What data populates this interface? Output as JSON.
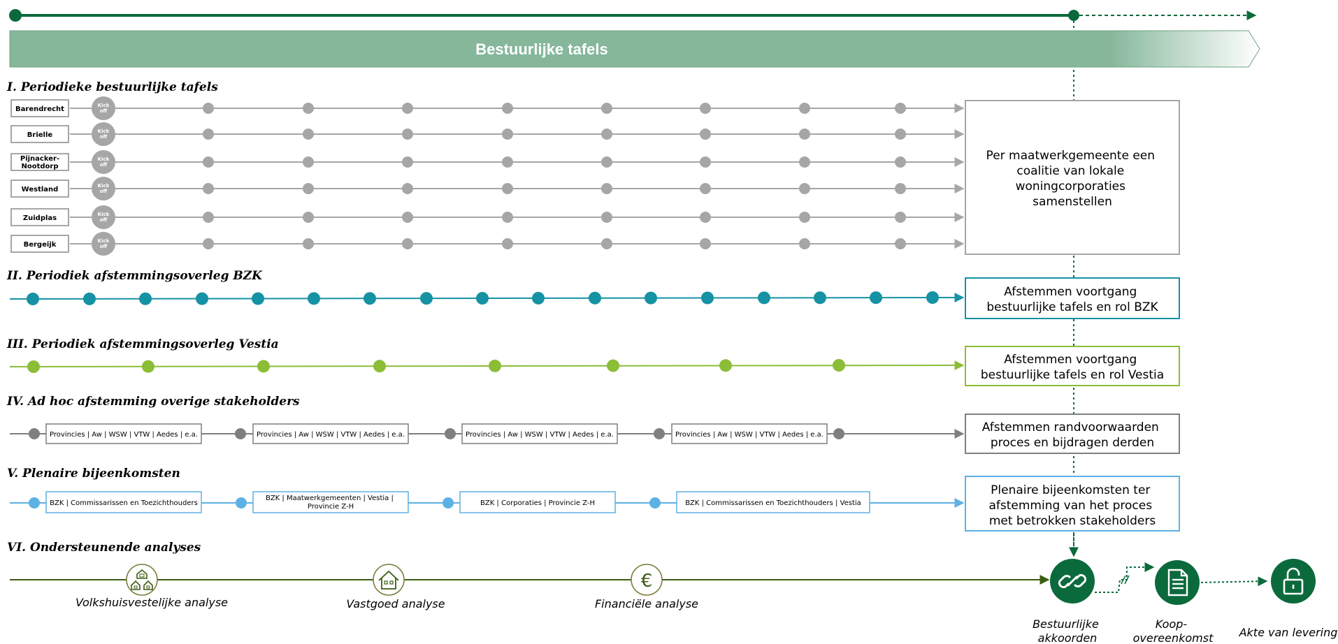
{
  "header": {
    "banner_title": "Bestuurlijke tafels"
  },
  "sections": {
    "s1": {
      "title": "I. Periodieke bestuurlijke tafels",
      "kickoff_label": [
        "Kick",
        "off"
      ],
      "municipalities": [
        "Barendrecht",
        "Brielle",
        "Pijnacker-Nootdorp",
        "Westland",
        "Zuidplas",
        "Bergeijk"
      ],
      "outcome": "Per maatwerkgemeente een coalitie van lokale woningcorporaties samenstellen"
    },
    "s2": {
      "title": "II. Periodiek afstemmingsoverleg BZK",
      "outcome": "Afstemmen voortgang bestuurlijke tafels en rol BZK"
    },
    "s3": {
      "title": "III. Periodiek afstemmingsoverleg Vestia",
      "outcome": "Afstemmen voortgang bestuurlijke tafels en rol Vestia"
    },
    "s4": {
      "title": "IV. Ad hoc afstemming overige stakeholders",
      "boxes": [
        "Provincies | Aw | WSW | VTW | Aedes | e.a.",
        "Provincies | Aw | WSW | VTW | Aedes | e.a.",
        "Provincies | Aw | WSW | VTW | Aedes | e.a.",
        "Provincies | Aw | WSW | VTW | Aedes | e.a."
      ],
      "outcome": "Afstemmen randvoorwaarden proces en bijdragen derden"
    },
    "s5": {
      "title": "V. Plenaire bijeenkomsten",
      "boxes": [
        "BZK | Commissarissen en Toezichthouders",
        "BZK | Maatwerkgemeenten | Vestia | Provincie Z-H",
        "BZK | Corporaties | Provincie Z-H",
        "BZK | Commissarissen en Toezichthouders | Vestia"
      ],
      "outcome": "Plenaire bijeenkomsten ter afstemming van het proces met betrokken stakeholders"
    },
    "s6": {
      "title": "VI. Ondersteunende analyses",
      "analyses": [
        {
          "label": "Volkshuisvestelijke analyse",
          "icon": "houses-icon"
        },
        {
          "label": "Vastgoed analyse",
          "icon": "house-icon"
        },
        {
          "label": "Financiële analyse",
          "icon": "euro-icon"
        }
      ]
    }
  },
  "milestones": [
    {
      "label": "Bestuurlijke akkoorden",
      "icon": "link-icon"
    },
    {
      "label": "Koop-overeenkomst",
      "icon": "document-icon"
    },
    {
      "label": "Akte van levering",
      "icon": "lock-icon"
    }
  ],
  "colors": {
    "dark_green": "#0b6a3c",
    "banner_green": "#86b79b",
    "gray": "#a6a6a6",
    "dark_gray": "#7f7f7f",
    "teal": "#1592a4",
    "lime": "#8bbd37",
    "light_blue": "#5eb1e3",
    "olive": "#3d5c12"
  }
}
